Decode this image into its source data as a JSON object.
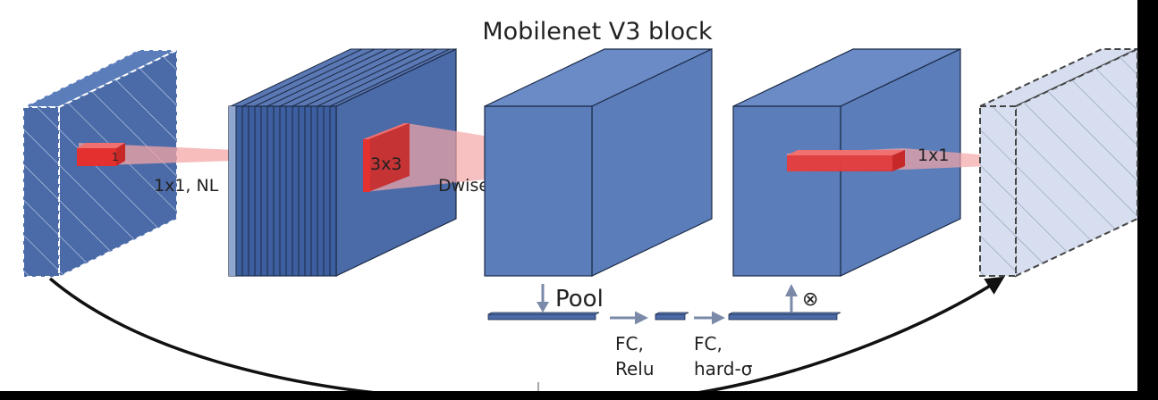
{
  "title": "Mobilenet V3 block",
  "labels": {
    "small_kernel": "1",
    "expand": "1x1, NL",
    "dw_kernel": "3x3",
    "depthwise": "Dwise, NL",
    "project": "1x1",
    "pool": "Pool",
    "multiply": "⊗",
    "fc1_line1": "FC,",
    "fc1_line2": "Relu",
    "fc2_line1": "FC,",
    "fc2_line2": "hard-σ"
  },
  "colors": {
    "block_fill": "#4a6aa8",
    "block_side": "#5b7dba",
    "block_top": "#6a8bc6",
    "expand_front": "#3d5f9f",
    "output_fill": "#d6def0",
    "kernel_red": "#e53030",
    "kernel_cone": "#f4a6a6",
    "arrow_gray": "#7a8aa8",
    "skip_black": "#111111"
  }
}
